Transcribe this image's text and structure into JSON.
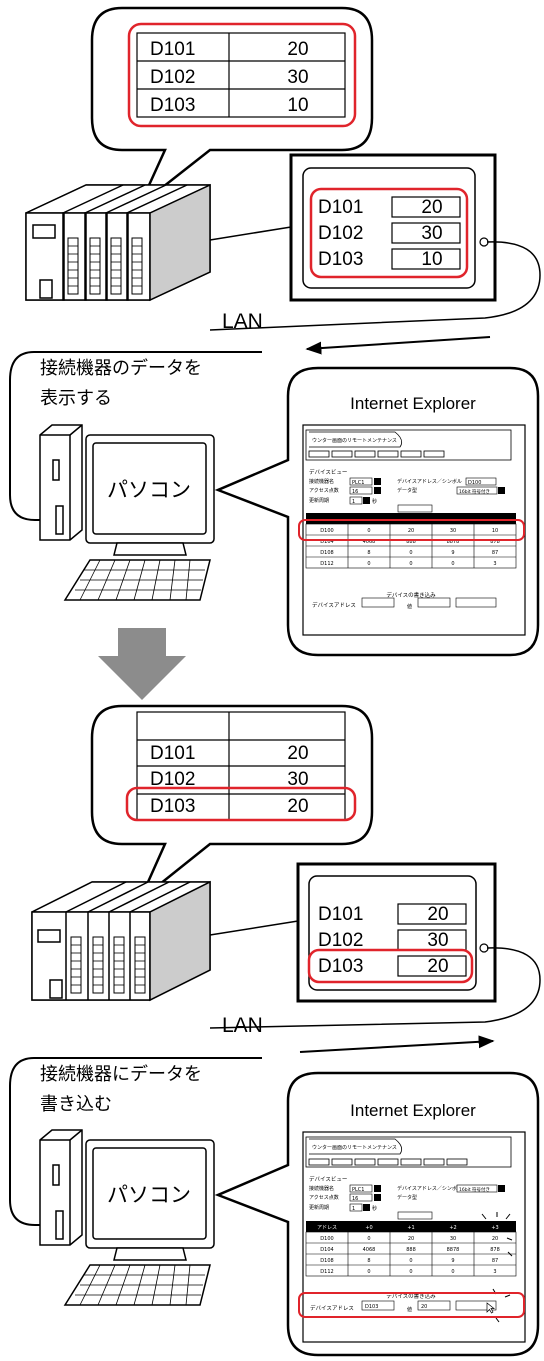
{
  "top": {
    "bubble_table": [
      [
        "D101",
        "20"
      ],
      [
        "D102",
        "30"
      ],
      [
        "D103",
        "10"
      ]
    ],
    "gp_rows": [
      [
        "D101",
        "20"
      ],
      [
        "D102",
        "30"
      ],
      [
        "D103",
        "10"
      ]
    ],
    "lan_label": "LAN",
    "pc_caption_1": "接続機器のデータを",
    "pc_caption_2": "表示する",
    "pc_label": "パソコン",
    "ie_title": "Internet Explorer",
    "ie": {
      "header": "ウンター画面のリモートメンテナンス",
      "device_view": "デバイスビュー",
      "conn_name": "接続機器名",
      "conn_value": "PLC1",
      "access_count": "アクセス点数",
      "access_value": "16",
      "update_cycle": "更新周期",
      "update_value": "1",
      "update_unit": "秒",
      "addr_symbol": "デバイスアドレス／シンボル",
      "addr_value": "D100",
      "data_type": "データ型",
      "data_type_value": "16bit 符号付き",
      "rows": [
        [
          "D100",
          "0",
          "20",
          "30",
          "10"
        ],
        [
          "D104",
          "4068",
          "888",
          "8878",
          "878"
        ],
        [
          "D108",
          "8",
          "0",
          "9",
          "87"
        ],
        [
          "D112",
          "0",
          "0",
          "0",
          "3"
        ]
      ],
      "write_title": "デバイスの書き込み",
      "write_addr": "デバイスアドレス",
      "write_value_label": "値"
    }
  },
  "bottom": {
    "bubble_table": [
      [
        "D101",
        "20"
      ],
      [
        "D102",
        "30"
      ],
      [
        "D103",
        "20"
      ]
    ],
    "gp_rows": [
      [
        "D101",
        "20"
      ],
      [
        "D102",
        "30"
      ],
      [
        "D103",
        "20"
      ]
    ],
    "lan_label": "LAN",
    "pc_caption_1": "接続機器にデータを",
    "pc_caption_2": "書き込む",
    "pc_label": "パソコン",
    "ie_title": "Internet Explorer",
    "ie": {
      "header": "ウンター画面のリモートメンテナンス",
      "device_view": "デバイスビュー",
      "conn_name": "接続機器名",
      "conn_value": "PLC1",
      "access_count": "アクセス点数",
      "access_value": "16",
      "update_cycle": "更新周期",
      "update_value": "1",
      "update_unit": "秒",
      "addr_symbol": "デバイスアドレス／シンボル",
      "data_type": "データ型",
      "data_type_value": "16bit 符号付き",
      "columns": [
        "アドレス",
        "+0",
        "+1",
        "+2",
        "+3"
      ],
      "rows": [
        [
          "D100",
          "0",
          "20",
          "30",
          "20"
        ],
        [
          "D104",
          "4068",
          "888",
          "8878",
          "878"
        ],
        [
          "D108",
          "8",
          "0",
          "9",
          "87"
        ],
        [
          "D112",
          "0",
          "0",
          "0",
          "3"
        ]
      ],
      "write_title": "デバイスの書き込み",
      "write_addr": "デバイスアドレス",
      "write_addr_value": "D103",
      "write_value_label": "値",
      "write_value": "20"
    }
  },
  "colors": {
    "highlight": "#e0242b",
    "arrow": "#8c8c8c",
    "plc_fill": "#e6e6e6"
  }
}
